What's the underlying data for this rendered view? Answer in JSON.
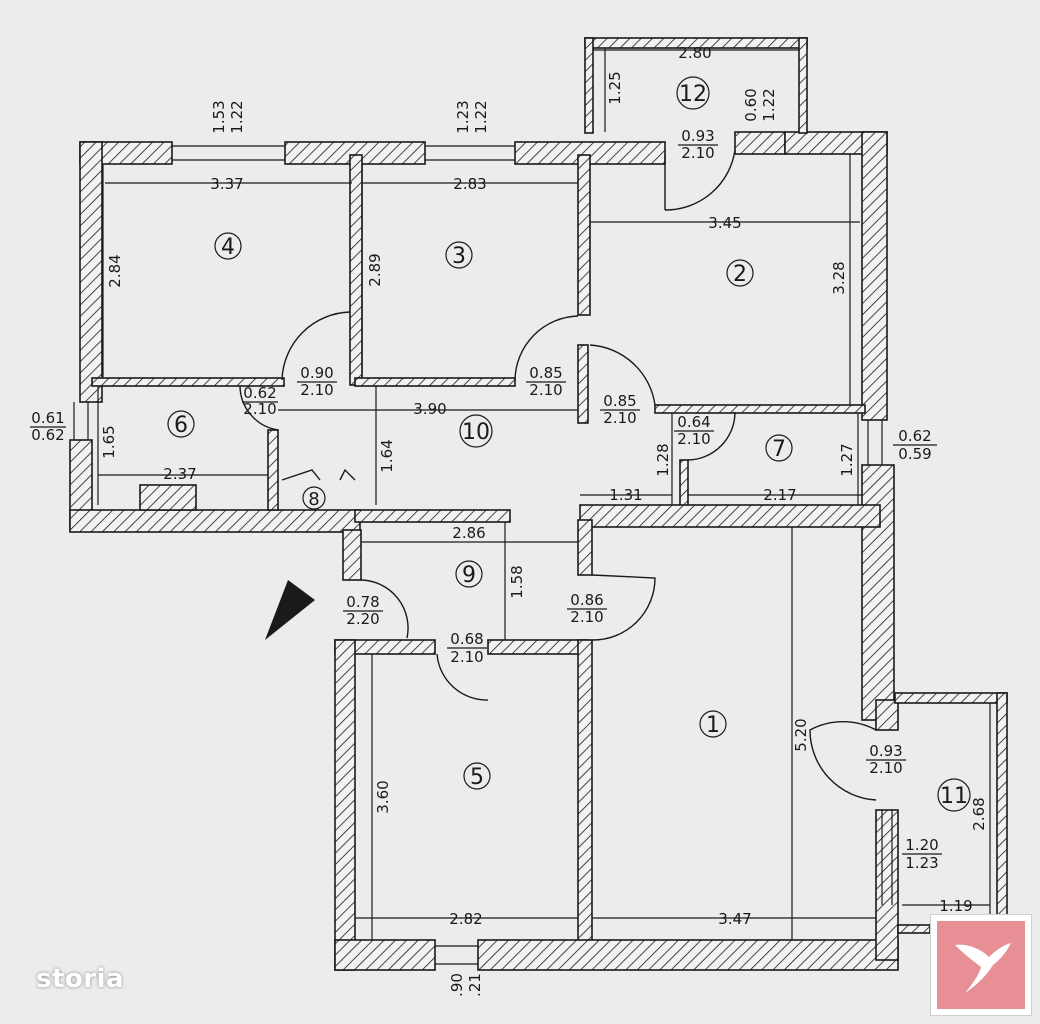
{
  "branding": {
    "watermark": "storia"
  },
  "rooms": [
    "1",
    "2",
    "3",
    "4",
    "5",
    "6",
    "7",
    "8",
    "9",
    "10",
    "11",
    "12"
  ],
  "dims": {
    "room12_width": "2.80",
    "room12_height": "1.25",
    "door12": [
      "0.93",
      "2.10"
    ],
    "window12b": [
      "0.60",
      "1.22"
    ],
    "window4": [
      "1.53",
      "1.22"
    ],
    "window3": [
      "1.23",
      "1.22"
    ],
    "room4_width": "3.37",
    "room4_height": "2.84",
    "room3_width": "2.83",
    "room3_height": "2.89",
    "room2_width": "3.45",
    "room2_height": "3.28",
    "door4": [
      "0.90",
      "2.10"
    ],
    "door3": [
      "0.85",
      "2.10"
    ],
    "door2": [
      "0.85",
      "2.10"
    ],
    "door6": [
      "0.62",
      "2.10"
    ],
    "hall_width": "3.90",
    "hall_height": "1.64",
    "window6": [
      "0.61",
      "0.62"
    ],
    "room6_height": "1.65",
    "room6_width": "2.37",
    "door7": [
      "0.64",
      "2.10"
    ],
    "room7_left_height": "1.28",
    "room7_corr": "1.31",
    "room7_width": "2.17",
    "room7_height": "1.27",
    "window7": [
      "0.62",
      "0.59"
    ],
    "room9_width": "2.86",
    "room9_height": "1.58",
    "entry_door": [
      "0.78",
      "2.20"
    ],
    "door9": [
      "0.86",
      "2.10"
    ],
    "door5": [
      "0.68",
      "2.10"
    ],
    "room5_height": "3.60",
    "room5_width": "2.82",
    "room1_width": "3.47",
    "room1_height": "5.20",
    "door11": [
      "0.93",
      "2.10"
    ],
    "room11_height": "2.68",
    "window11": [
      "1.20",
      "1.23"
    ],
    "room11_width": "1.19",
    "window5": [
      ".90",
      ".21"
    ]
  }
}
